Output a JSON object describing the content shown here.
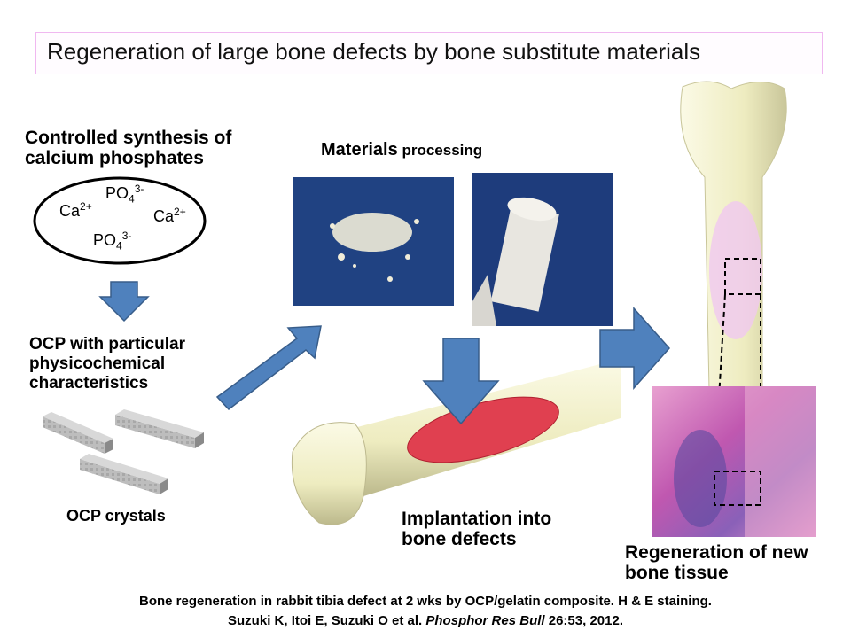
{
  "title": "Regeneration of large bone defects by bone substitute materials",
  "synthesis": {
    "heading_line1": "Controlled synthesis of",
    "heading_line2": "calcium phosphates",
    "ions": [
      {
        "base": "Ca",
        "sup": "2+"
      },
      {
        "base": "PO",
        "sub": "4",
        "sup": "3-"
      },
      {
        "base": "Ca",
        "sup": "2+"
      },
      {
        "base": "PO",
        "sub": "4",
        "sup": "3-"
      }
    ]
  },
  "processing": {
    "label_bold": "Materials",
    "label_rest": " processing"
  },
  "ocp": {
    "line1": "OCP with particular",
    "line2": "physicochemical",
    "line3": "characteristics",
    "crystals_label": "OCP crystals"
  },
  "implantation": {
    "line1": "Implantation into",
    "line2": "bone defects"
  },
  "regeneration": {
    "line1": "Regeneration of new",
    "line2": "bone tissue"
  },
  "caption": {
    "line1": "Bone regeneration in rabbit tibia defect at 2 wks by OCP/gelatin composite. H & E staining.",
    "line2_authors": "Suzuki K, Itoi E, Suzuki O et al. ",
    "line2_journal": "Phosphor Res Bull",
    "line2_ref": " 26:53, 2012."
  },
  "colors": {
    "arrow": "#4f81bd",
    "bone": "#f2f0c8",
    "implant": "#e04050",
    "tissue": "#d060b0"
  }
}
